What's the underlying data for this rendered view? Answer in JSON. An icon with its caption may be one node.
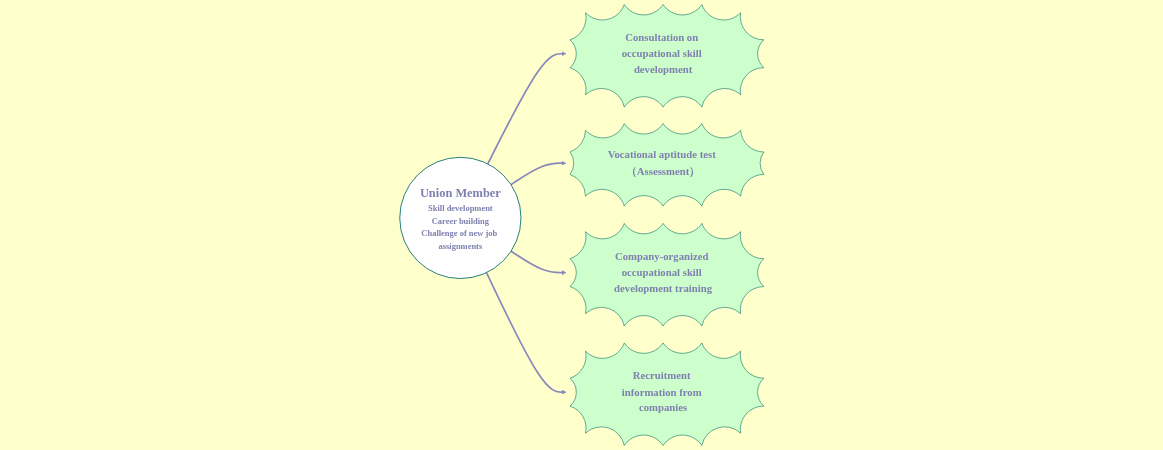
{
  "diagram": {
    "nodes": [
      {
        "text": [
          "Consultation on occupational skill development"
        ]
      },
      {
        "text": [
          "Vocational aptitude test （Assessment）"
        ]
      },
      {
        "text": [
          "Union Member",
          "Skill development",
          "Career building",
          "Challenge of new job assignments"
        ]
      },
      {
        "text": [
          "Company-organized occupational skill development training"
        ]
      },
      {
        "text": [
          "Recruitment information from companies"
        ]
      }
    ],
    "edges": [
      {
        "from": 2,
        "to": 0,
        "arrow": "to"
      },
      {
        "from": 2,
        "to": 1,
        "arrow": "to"
      },
      {
        "from": 2,
        "to": 3,
        "arrow": "to"
      },
      {
        "from": 2,
        "to": 4,
        "arrow": "to"
      }
    ]
  }
}
